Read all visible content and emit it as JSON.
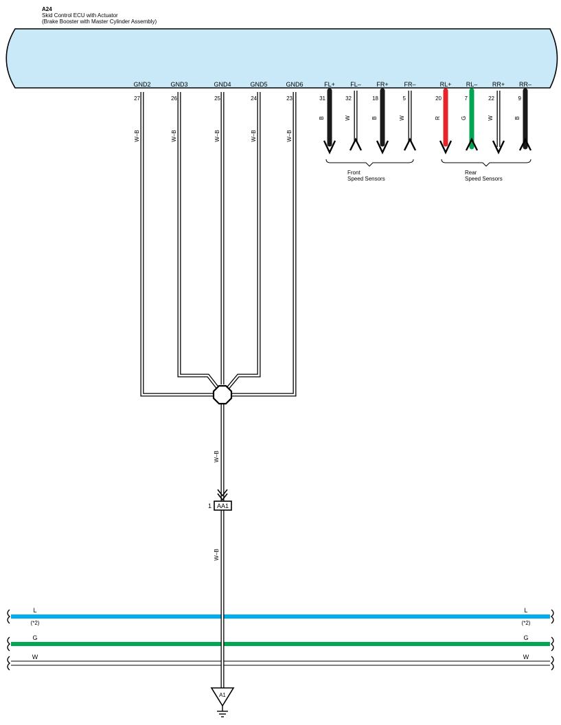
{
  "component": {
    "id": "A24",
    "name": "Skid Control ECU with Actuator",
    "subname": "(Brake Booster with Master Cylinder Assembly)"
  },
  "ground_pins": [
    {
      "label": "GND2",
      "pin": "27",
      "wire": "W–B"
    },
    {
      "label": "GND3",
      "pin": "26",
      "wire": "W–B"
    },
    {
      "label": "GND4",
      "pin": "25",
      "wire": "W–B"
    },
    {
      "label": "GND5",
      "pin": "24",
      "wire": "W–B"
    },
    {
      "label": "GND6",
      "pin": "23",
      "wire": "W–B"
    }
  ],
  "sensor_pins": [
    {
      "label": "FL+",
      "pin": "31",
      "wire": "B",
      "color": "#1a1a1a",
      "dir": "down"
    },
    {
      "label": "FL–",
      "pin": "32",
      "wire": "W",
      "color": "#ffffff",
      "dir": "up"
    },
    {
      "label": "FR+",
      "pin": "18",
      "wire": "B",
      "color": "#1a1a1a",
      "dir": "down"
    },
    {
      "label": "FR–",
      "pin": "5",
      "wire": "W",
      "color": "#ffffff",
      "dir": "up"
    },
    {
      "label": "RL+",
      "pin": "20",
      "wire": "R",
      "color": "#e5252a",
      "dir": "down"
    },
    {
      "label": "RL–",
      "pin": "7",
      "wire": "G",
      "color": "#00a651",
      "dir": "up"
    },
    {
      "label": "RR+",
      "pin": "22",
      "wire": "W",
      "color": "#ffffff",
      "dir": "down"
    },
    {
      "label": "RR–",
      "pin": "9",
      "wire": "B",
      "color": "#1a1a1a",
      "dir": "up"
    }
  ],
  "sensor_groups": {
    "front": {
      "line1": "Front",
      "line2": "Speed Sensors"
    },
    "rear": {
      "line1": "Rear",
      "line2": "Speed Sensors"
    }
  },
  "ground_trunk": {
    "wire_upper": "W–B",
    "connector": "AA1",
    "connector_pin": "1",
    "wire_lower": "W–B",
    "ground_point": "A1"
  },
  "buses": [
    {
      "label": "L",
      "note": "(*2)",
      "color": "#00aeef"
    },
    {
      "label": "G",
      "note": "",
      "color": "#00a651"
    },
    {
      "label": "W",
      "note": "",
      "color": "#ffffff"
    }
  ],
  "colors": {
    "ecu_fill": "#c9e8f8",
    "wire_outline": "#000000"
  }
}
